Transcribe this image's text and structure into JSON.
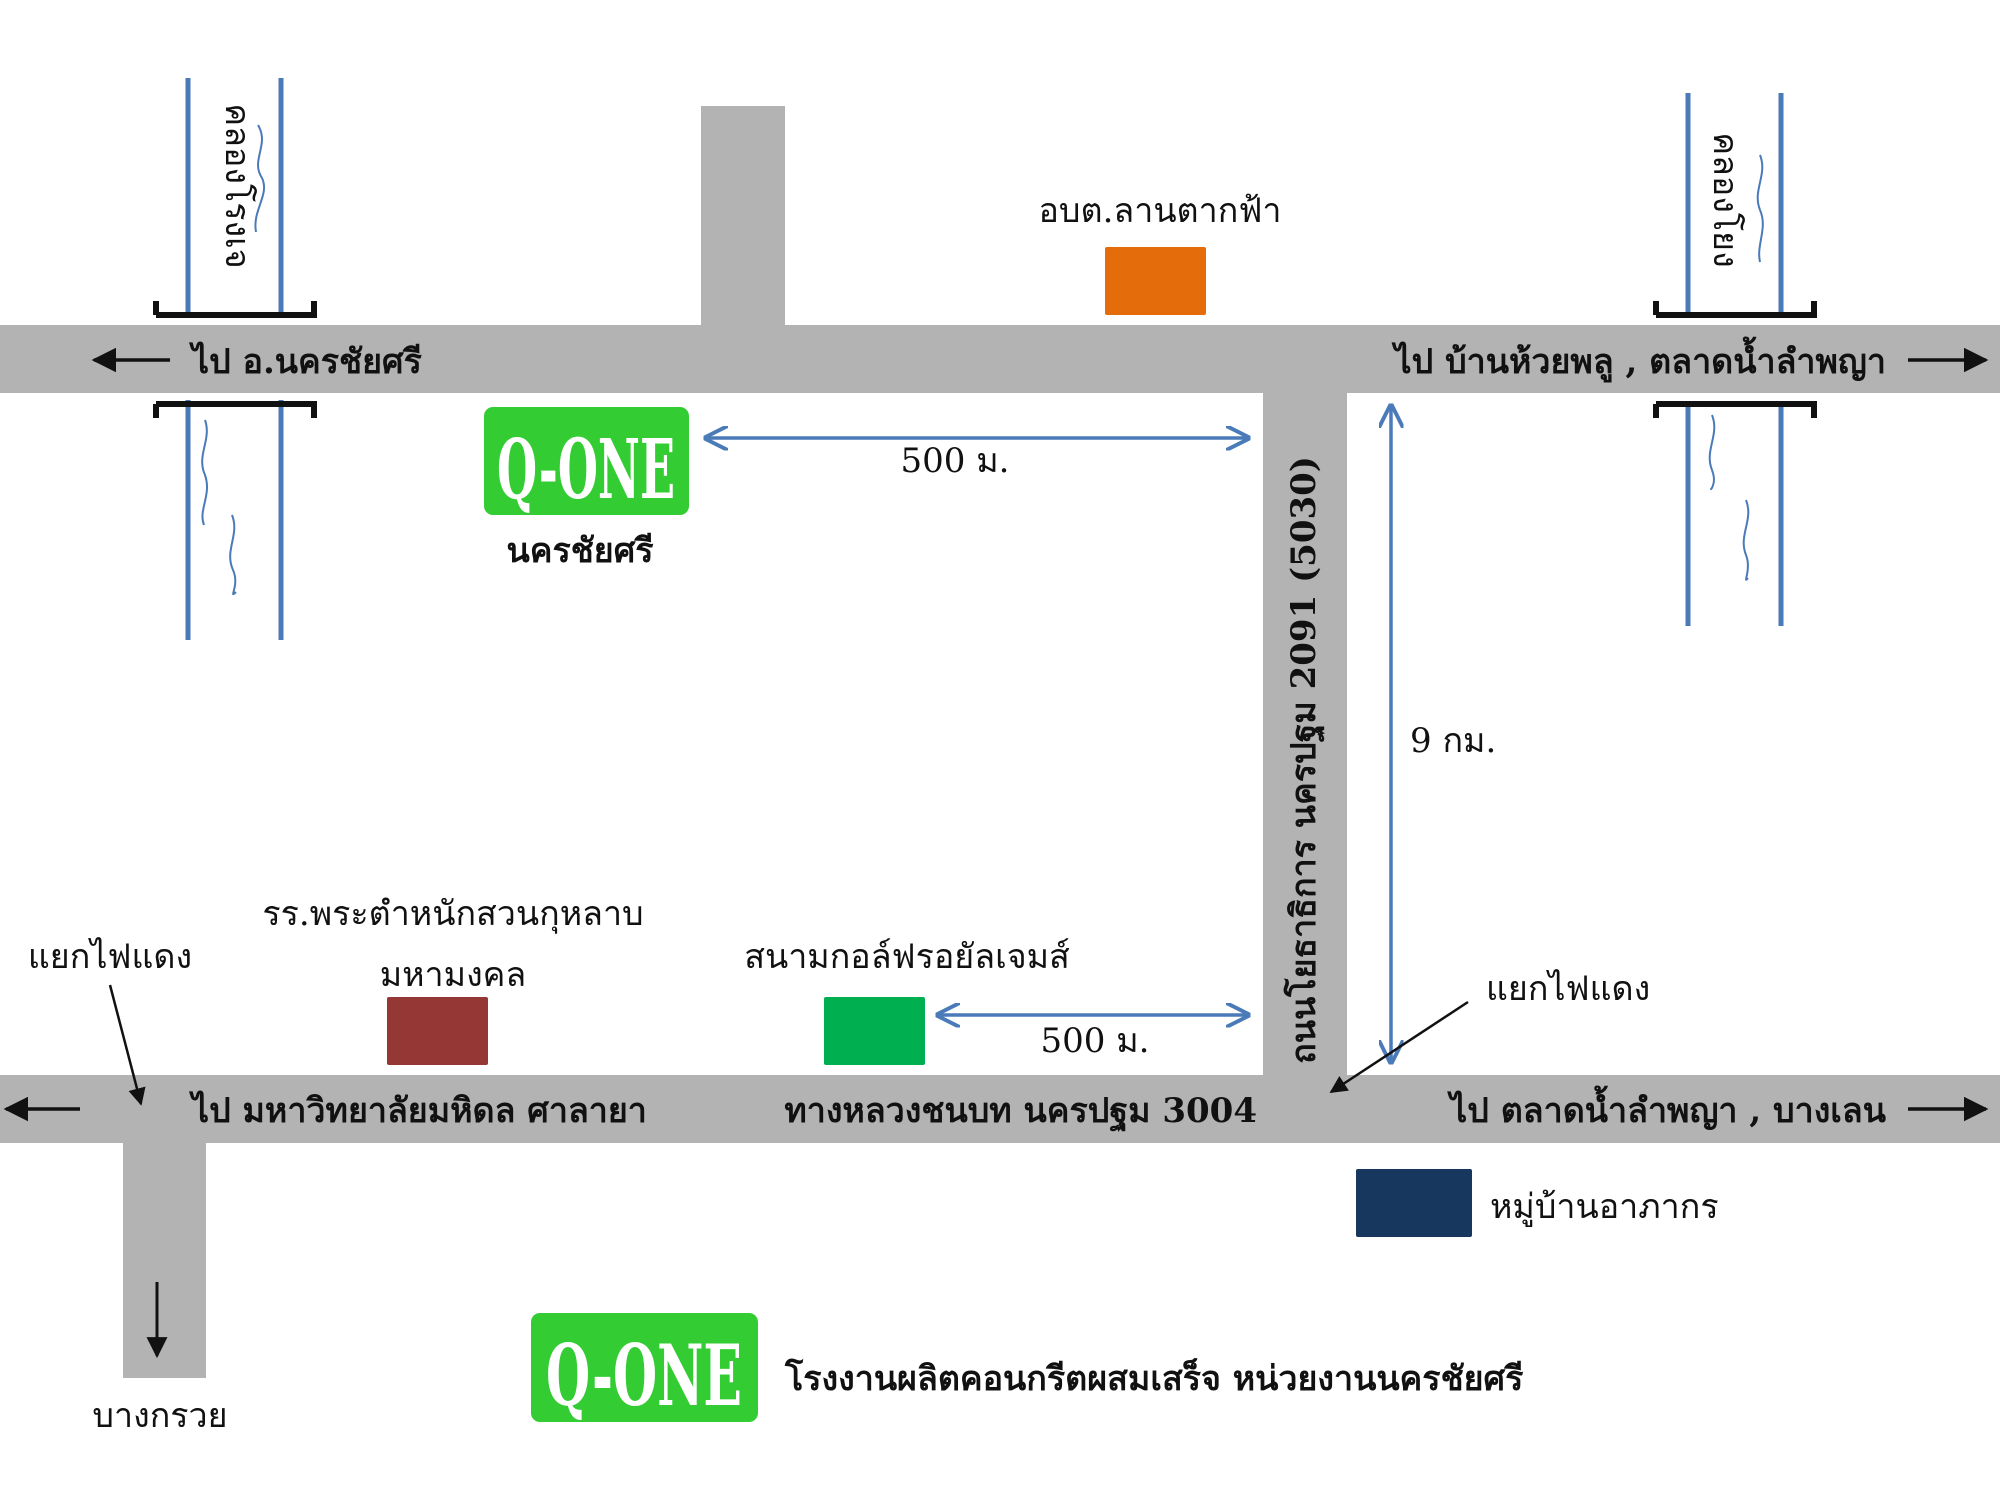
{
  "canals": {
    "left": "คลองโรงเจ",
    "right": "คลองโยง"
  },
  "roads": {
    "top_left_dir": "ไป อ.นครชัยศรี",
    "top_right_dir": "ไป บ้านห้วยพลู , ตลาดน้ำลำพญา",
    "vertical_road": "ถนนโยธาธิการ นครปฐม 2091 (5030)",
    "bottom_left_dir": "ไป มหาวิทยาลัยมหิดล ศาลายา",
    "bottom_center": "ทางหลวงชนบท นครปฐม 3004",
    "bottom_right_dir": "ไป ตลาดน้ำลำพญา , บางเลน",
    "down_dir": "บางกรวย"
  },
  "distances": {
    "top": "500 ม.",
    "bottom": "500 ม.",
    "vertical": "9 กม."
  },
  "junctions": {
    "left": "แยกไฟแดง",
    "right": "แยกไฟแดง"
  },
  "landmarks": {
    "tambon_office": "อบต.ลานตากฟ้า",
    "school_line1": "รร.พระตำหนักสวนกุหลาบ",
    "school_line2": "มหามงคล",
    "golf": "สนามกอล์ฟรอยัลเจมส์",
    "village": "หมู่บ้านอาภากร"
  },
  "brand": {
    "logo_text": "Q-ONE",
    "location_label": "นครชัยศรี",
    "footer": "โรงงานผลิตคอนกรีตผสมเสร็จ หน่วยงานนครชัยศรี"
  },
  "colors": {
    "road": "#b3b3b3",
    "canal": "#4a7ab8",
    "logo_green": "#33cc33",
    "tambon_office": "#e46c0a",
    "school": "#953735",
    "golf": "#00b050",
    "village": "#17375e"
  }
}
